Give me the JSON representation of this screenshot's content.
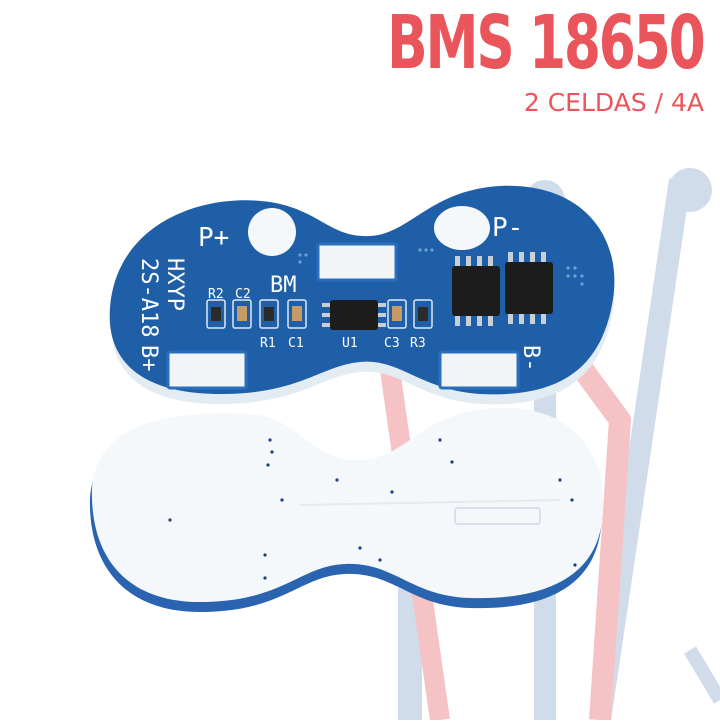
{
  "header": {
    "title": "BMS 18650",
    "subtitle": "2 CELDAS / 4A"
  },
  "board": {
    "labels": {
      "p_plus": "P+",
      "p_minus": "P-",
      "bm": "BM",
      "b_plus": "B+",
      "b_minus": "B-",
      "model_line1": "HXYP",
      "model_line2": "2S-A18",
      "r2": "R2",
      "c2": "C2",
      "r1": "R1",
      "c1": "C1",
      "u1": "U1",
      "c3": "C3",
      "r3": "R3"
    }
  },
  "colors": {
    "accent": "#e9555a",
    "pcb_blue": "#1f5fa8",
    "pcb_dark": "#17467f",
    "underside": "#f4f8fb",
    "bg_graphic_blue": "#c9d6e8",
    "bg_graphic_red": "#f4b8bb"
  }
}
